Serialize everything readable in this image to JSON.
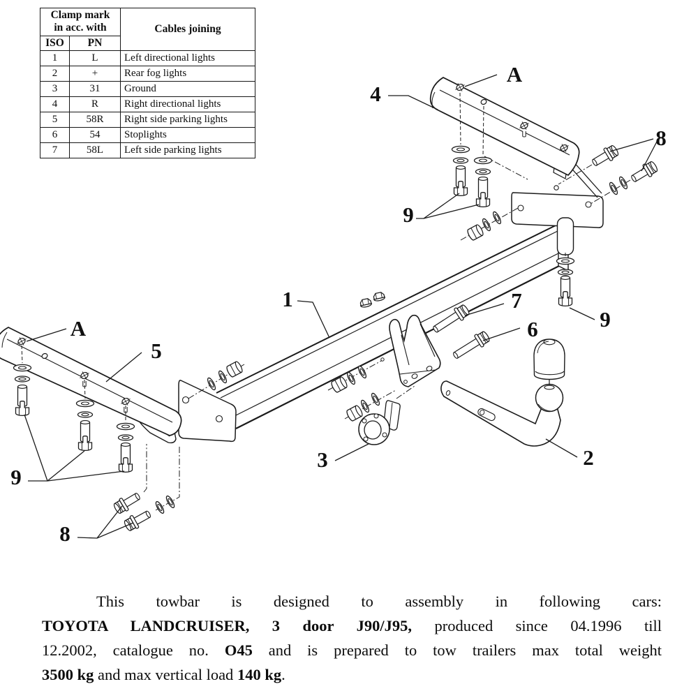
{
  "colors": {
    "background": "#ffffff",
    "ink": "#1b1b1b"
  },
  "table": {
    "header": {
      "clamp_line1": "Clamp mark",
      "clamp_line2": "in acc. with",
      "iso": "ISO",
      "pn": "PN",
      "cables": "Cables joining"
    },
    "rows": [
      {
        "iso": "1",
        "pn": "L",
        "cables": "Left directional lights"
      },
      {
        "iso": "2",
        "pn": "+",
        "cables": "Rear fog lights"
      },
      {
        "iso": "3",
        "pn": "31",
        "cables": "Ground"
      },
      {
        "iso": "4",
        "pn": "R",
        "cables": "Right directional lights"
      },
      {
        "iso": "5",
        "pn": "58R",
        "cables": "Right side parking lights"
      },
      {
        "iso": "6",
        "pn": "54",
        "cables": "Stoplights"
      },
      {
        "iso": "7",
        "pn": "58L",
        "cables": "Left side parking lights"
      }
    ]
  },
  "diagram": {
    "labels": [
      {
        "id": "A-top",
        "text": "A"
      },
      {
        "id": "4",
        "text": "4"
      },
      {
        "id": "8-top",
        "text": "8"
      },
      {
        "id": "9-top",
        "text": "9"
      },
      {
        "id": "1",
        "text": "1"
      },
      {
        "id": "7",
        "text": "7"
      },
      {
        "id": "6",
        "text": "6"
      },
      {
        "id": "9-right",
        "text": "9"
      },
      {
        "id": "A-left",
        "text": "A"
      },
      {
        "id": "5",
        "text": "5"
      },
      {
        "id": "2",
        "text": "2"
      },
      {
        "id": "3",
        "text": "3"
      },
      {
        "id": "9-left",
        "text": "9"
      },
      {
        "id": "8-bottom",
        "text": "8"
      }
    ]
  },
  "paragraph": {
    "lines": [
      {
        "seg": [
          {
            "t": "This towbar is designed to assembly in following cars:",
            "b": false
          }
        ]
      },
      {
        "seg": [
          {
            "t": "TOYOTA LANDCRUISER, 3 door J90/J95,",
            "b": true
          },
          {
            "t": " produced since 04.1996 till",
            "b": false
          }
        ]
      },
      {
        "seg": [
          {
            "t": "12.2002, catalogue no. ",
            "b": false
          },
          {
            "t": "O45",
            "b": true
          },
          {
            "t": " and is prepared to tow trailers max total weight",
            "b": false
          }
        ]
      },
      {
        "seg": [
          {
            "t": "3500 kg",
            "b": true
          },
          {
            "t": " and max vertical load ",
            "b": false
          },
          {
            "t": "140 kg",
            "b": true
          },
          {
            "t": ".",
            "b": false
          }
        ]
      }
    ]
  }
}
